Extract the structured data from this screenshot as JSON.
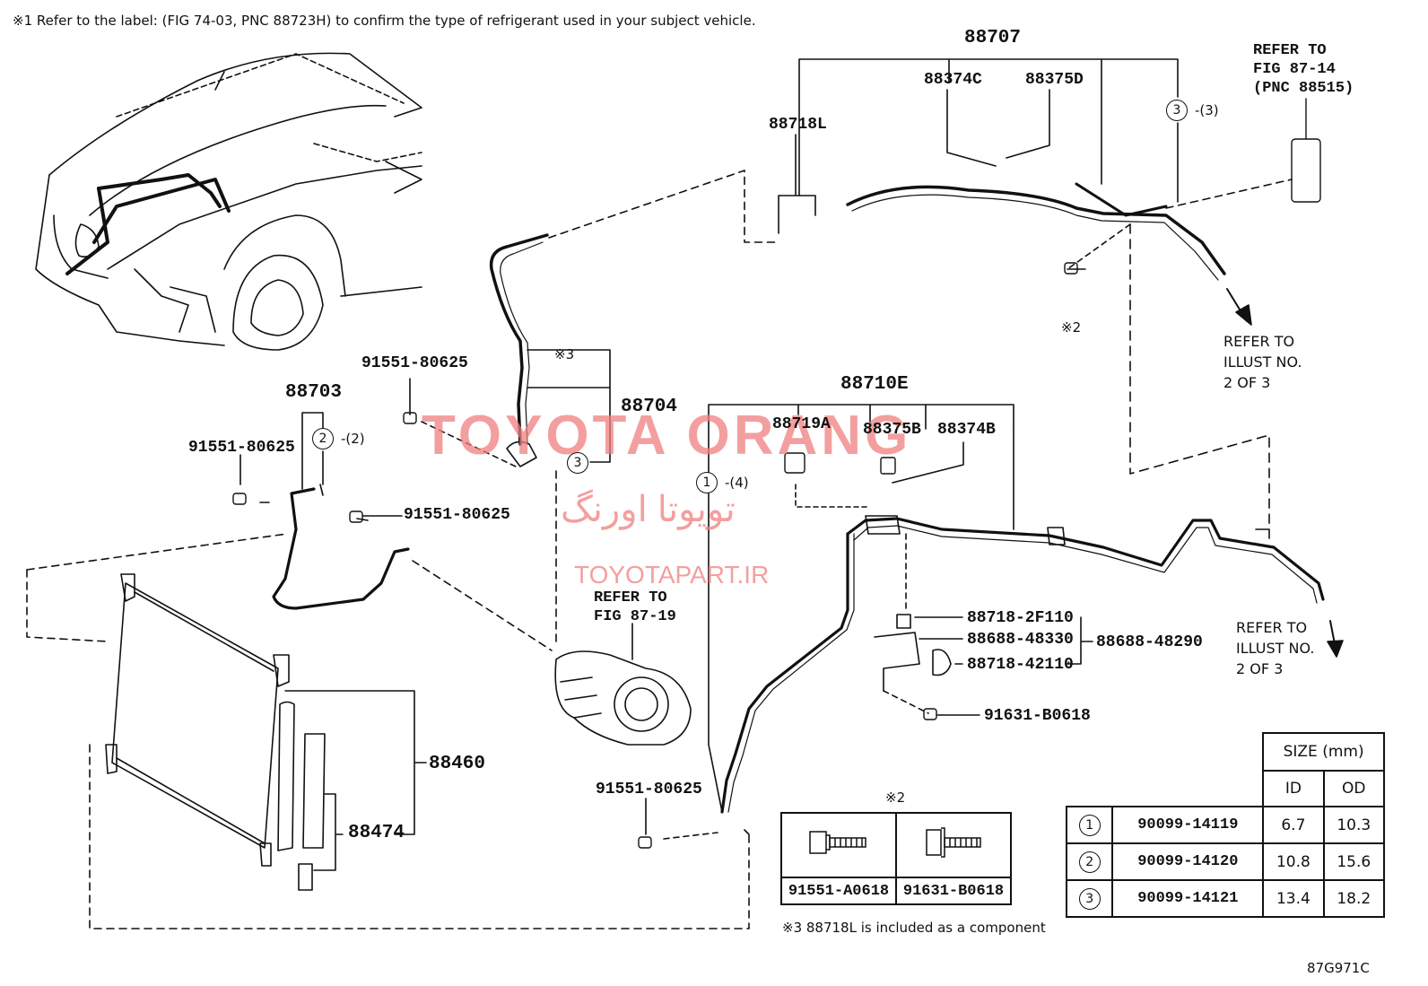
{
  "header_note": "※1 Refer to the label: (FIG 74-03, PNC 88723H) to confirm the type of refrigerant used in your subject vehicle.",
  "watermark": {
    "brand": "TOYOTA ORANG",
    "farsi": "تویوتا اورنگ",
    "site": "TOYOTAPART.IR"
  },
  "parts": {
    "p88707": "88707",
    "p88374C": "88374C",
    "p88375D": "88375D",
    "p88718L": "88718L",
    "p88703": "88703",
    "p88704": "88704",
    "p88710E": "88710E",
    "p88719A": "88719A",
    "p88375B": "88375B",
    "p88374B": "88374B",
    "p88460": "88460",
    "p88474": "88474",
    "bolt_a": "91551-80625",
    "bolt_b": "91551-80625",
    "bolt_c": "91551-80625",
    "bolt_d": "91551-80625",
    "p88718_2F110": "88718-2F110",
    "p88688_48330": "88688-48330",
    "p88718_42110": "88718-42110",
    "p88688_48290": "88688-48290",
    "p91631_B0618": "91631-B0618"
  },
  "callouts": {
    "c3_top": "3",
    "c3_top_ref": "-(3)",
    "c2": "2",
    "c2_ref": "-(2)",
    "c3_mid": "3",
    "c1": "1",
    "c1_ref": "-(4)",
    "note3_mark": "※3",
    "note2_mark": "※2"
  },
  "references": {
    "fig_87_14": "REFER TO\nFIG 87-14\n(PNC 88515)",
    "fig_87_19": "REFER TO\nFIG 87-19",
    "illust_a": "REFER TO\nILLUST NO.\n2 OF 3",
    "illust_b": "REFER TO\nILLUST NO.\n2 OF 3"
  },
  "bolt_table": {
    "title": "※2",
    "left": "91551-A0618",
    "right": "91631-B0618"
  },
  "size_table": {
    "title": "SIZE (mm)",
    "col_id": "ID",
    "col_od": "OD",
    "rows": [
      {
        "no": "1",
        "part": "90099-14119",
        "id": "6.7",
        "od": "10.3"
      },
      {
        "no": "2",
        "part": "90099-14120",
        "id": "10.8",
        "od": "15.6"
      },
      {
        "no": "3",
        "part": "90099-14121",
        "id": "13.4",
        "od": "18.2"
      }
    ]
  },
  "footnote3": "※3 88718L is included as a component",
  "figure_code": "87G971C"
}
